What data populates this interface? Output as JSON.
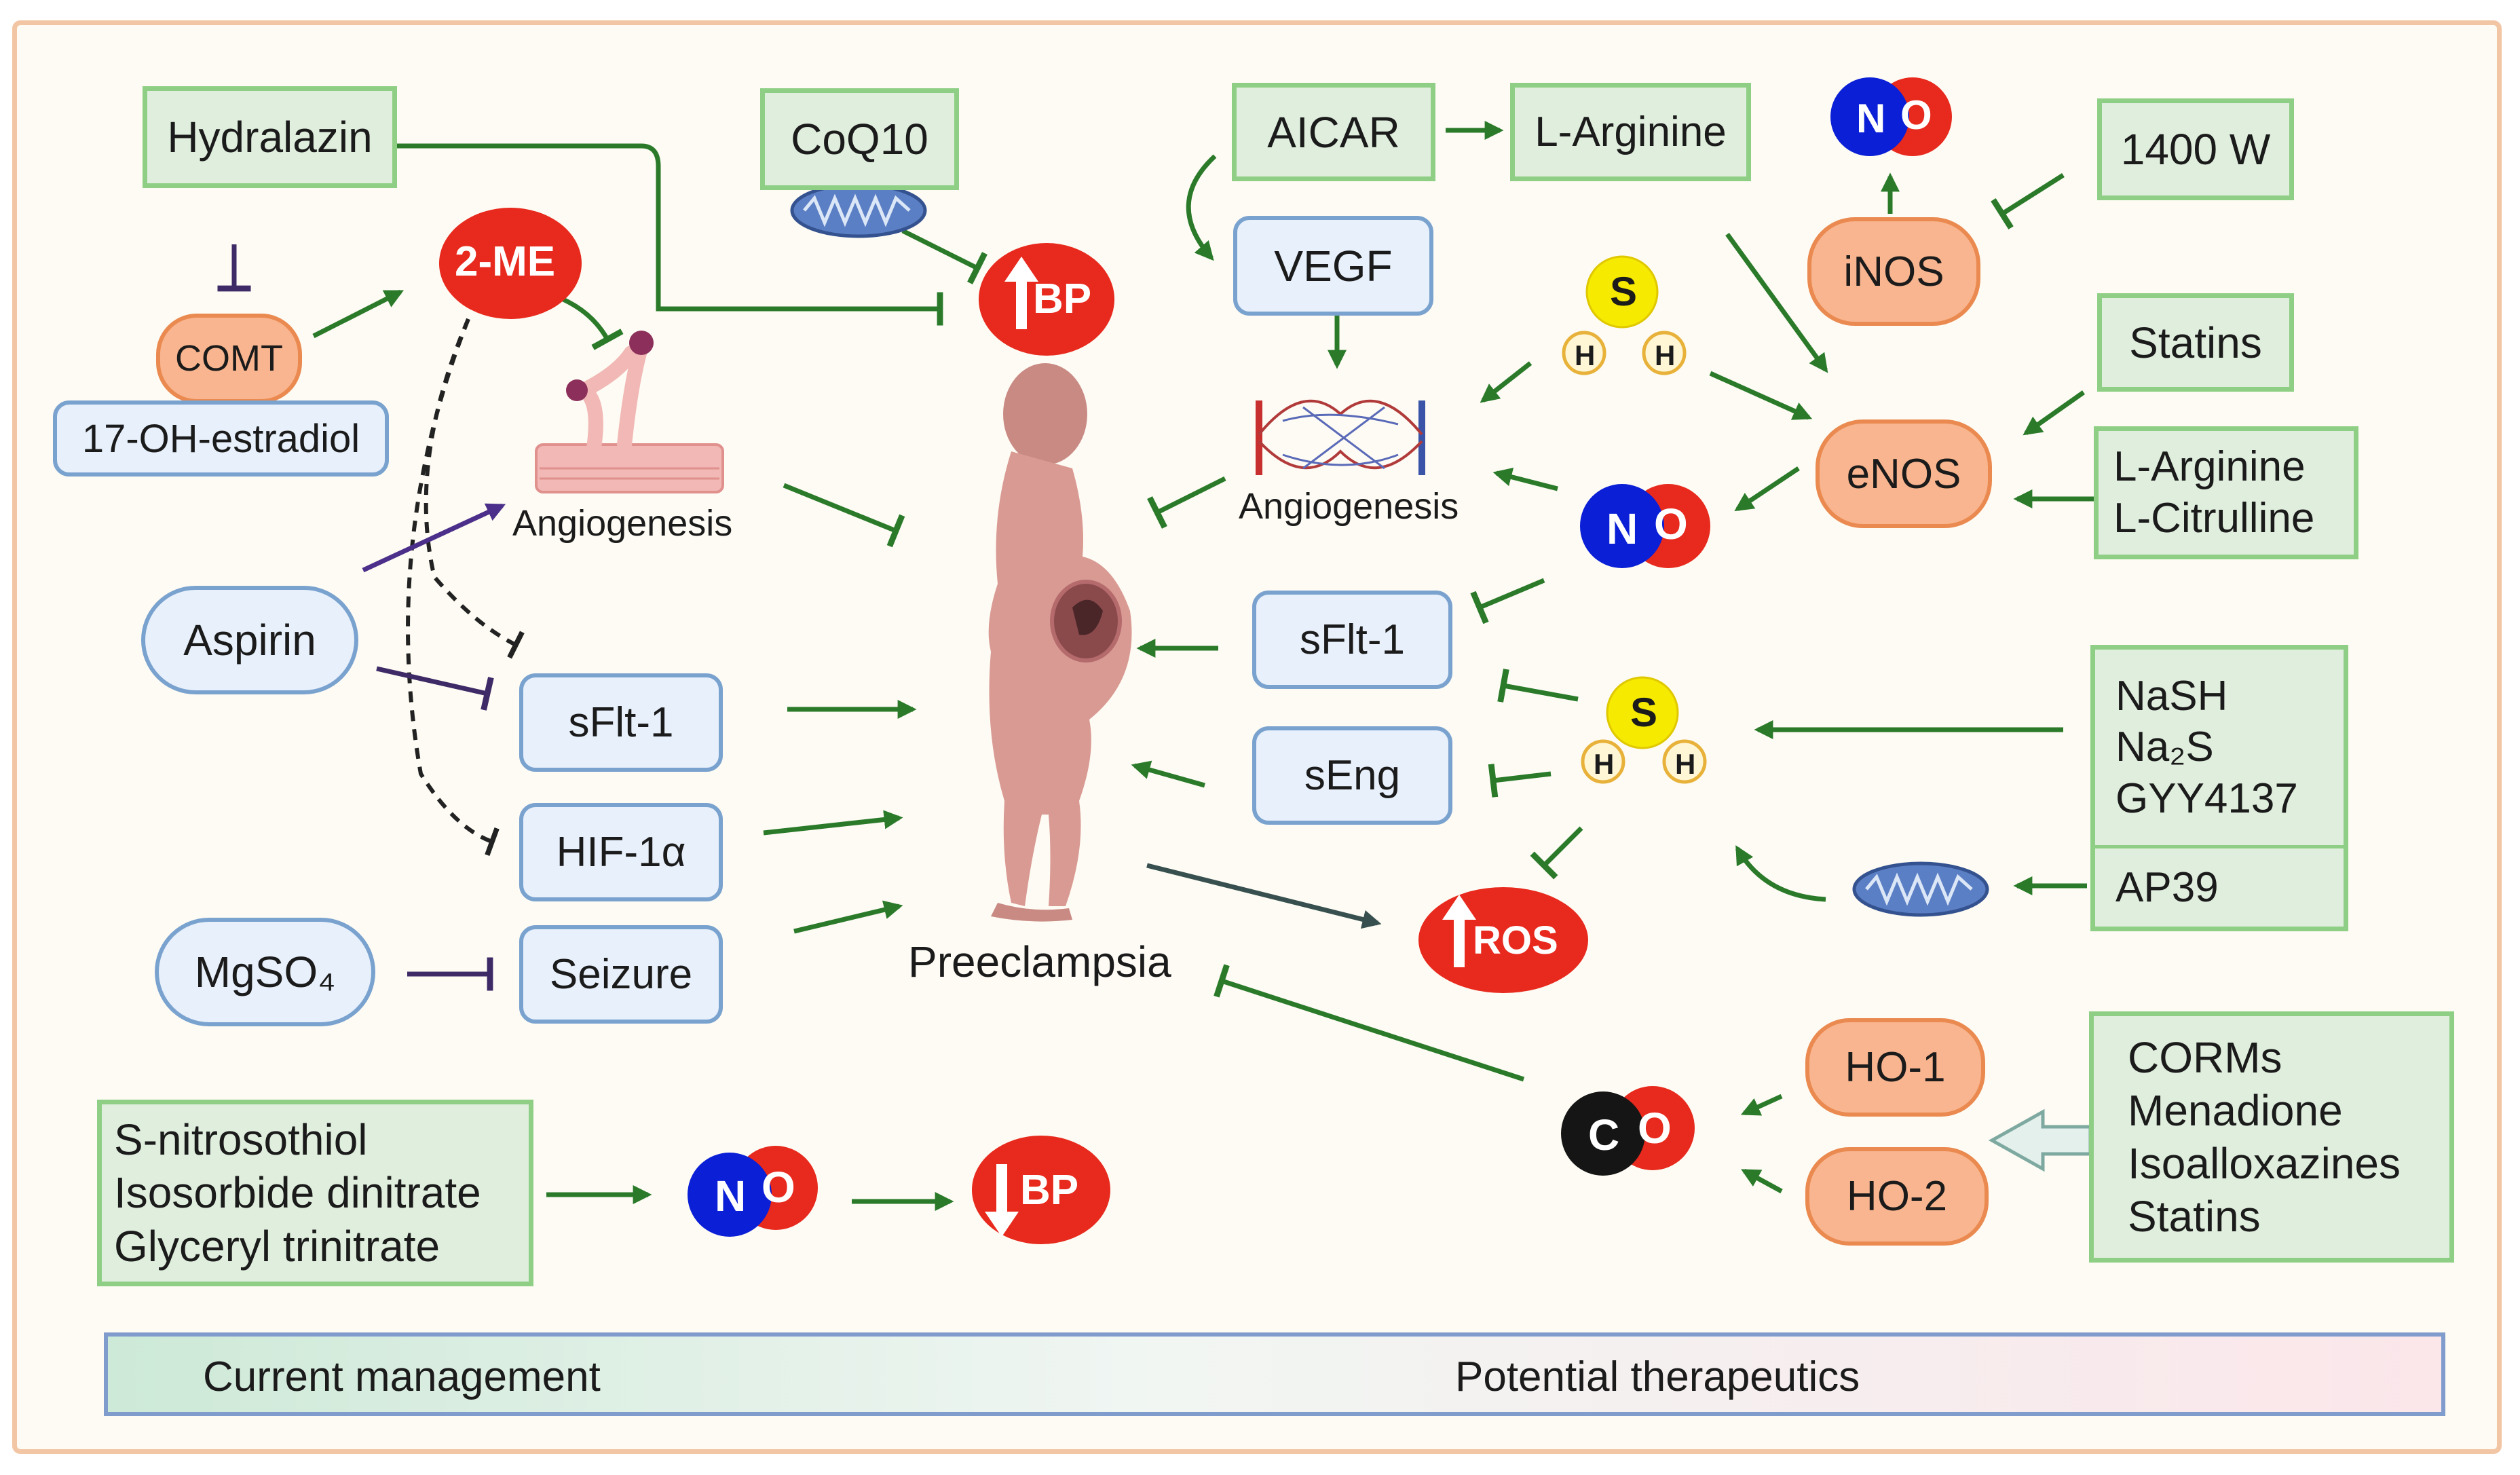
{
  "current_management": {
    "hydralazin": "Hydralazin",
    "comt": "COMT",
    "estradiol": "17-OH-estradiol",
    "two_me": "2-ME",
    "angiogenesis": "Angiogenesis",
    "aspirin": "Aspirin",
    "sflt1": "sFlt-1",
    "hif": "HIF-1α",
    "mgso4": "MgSO₄",
    "seizure": "Seizure",
    "donors": [
      "S-nitrosothiol",
      "Isosorbide dinitrate",
      "Glyceryl trinitrate"
    ],
    "bp_down": "BP",
    "coq10": "CoQ10",
    "bp_up": "BP"
  },
  "center": {
    "preeclampsia": "Preeclampsia",
    "ros": "ROS"
  },
  "potential": {
    "aicar": "AICAR",
    "l_arginine": "L-Arginine",
    "vegf": "VEGF",
    "angiogenesis": "Angiogenesis",
    "inos": "iNOS",
    "inhibitor_1400w": "1400 W",
    "statins": "Statins",
    "enos": "eNOS",
    "arg_cit": [
      "L-Arginine",
      "L-Citrulline"
    ],
    "sflt1": "sFlt-1",
    "seng": "sEng",
    "h2s_donors": [
      "NaSH",
      "Na₂S",
      "GYY4137"
    ],
    "ap39": "AP39",
    "ho1": "HO-1",
    "ho2": "HO-2",
    "co_inducers": [
      "CORMs",
      "Menadione",
      "Isoalloxazines",
      "Statins"
    ]
  },
  "molecules": {
    "n": "N",
    "o": "O",
    "s": "S",
    "h": "H",
    "c": "C"
  },
  "legend": {
    "left": "Current management",
    "right": "Potential therapeutics"
  },
  "colors": {
    "activate": "#2a7a2a",
    "inhibit": "#3d2a66",
    "aspirin_arrow": "#4b2f8a",
    "ros_arrow": "#37504f",
    "red": "#e8291d",
    "blue": "#0a1fd6"
  }
}
